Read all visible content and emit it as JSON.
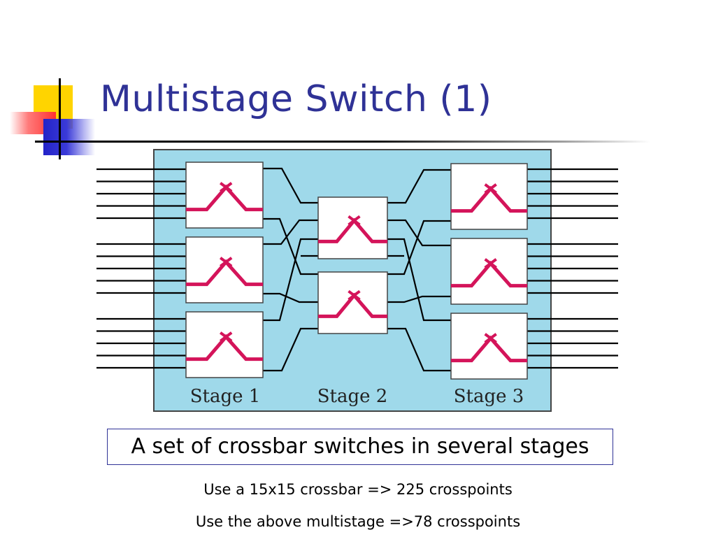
{
  "slide": {
    "title": "Multistage Switch (1)",
    "caption": "A set of crossbar switches in several stages",
    "notes": [
      "Use a 15x15 crossbar => 225 crosspoints",
      "Use the above multistage =>78 crosspoints"
    ]
  },
  "diagram": {
    "stage_labels": [
      "Stage 1",
      "Stage 2",
      "Stage 3"
    ],
    "stage_switch_counts": [
      3,
      2,
      3
    ],
    "lines_per_switch": 5,
    "colors": {
      "panel": "#9fd9ea",
      "switch_box": "#ffffff",
      "crosspoint_path": "#d4145a",
      "wire": "#000000",
      "title": "#2f3296"
    }
  }
}
